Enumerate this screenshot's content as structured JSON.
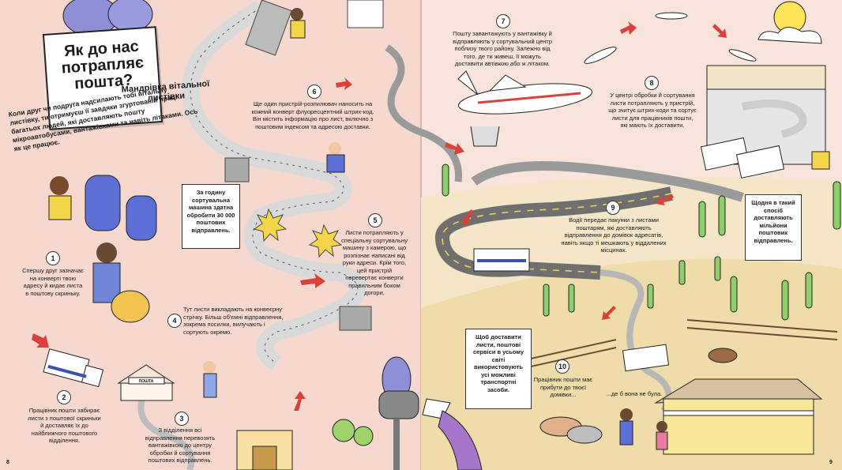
{
  "title": {
    "main": "Як до нас потрапляє пошта?",
    "subtitle": "Мандрівка вітальної листівки"
  },
  "intro": "Коли друг чи подруга надсилають тобі вітальну листівку, ти отримуєш її завдяки згуртованій праці багатьох людей, які доставляють пошту мікроавтобусами, вантажівками та навіть літаками. Ось як це працює.",
  "steps": [
    {
      "num": "1",
      "text": "Спершу друг зазначає на конверті твою адресу й кидає листа в поштову скриньку."
    },
    {
      "num": "2",
      "text": "Працівник пошти забирає листи з поштової скриньки й доставляє їх до найближчого поштового відділення."
    },
    {
      "num": "3",
      "text": "З відділення всі відправлення перевозять вантажівкою до центру обробки й сортування поштових відправлень."
    },
    {
      "num": "4",
      "text": "Тут листи викладають на конвеєрну стрічку. Більш об'ємні відправлення, зокрема посилки, вилучають і сортують окремо."
    },
    {
      "num": "5",
      "text": "Листи потрапляють у спеціальну сортувальну машину з камерою, що розпізнає написані від руки адреси. Крім того, цей пристрій перевертає конверти правильним боком догори."
    },
    {
      "num": "6",
      "text": "Ще один пристрій-розпилювач наносить на кожний конверт флуоресцентний штрих-код. Він містить інформацію про лист, включно з поштовим індексом та адресою доставки."
    },
    {
      "num": "7",
      "text": "Пошту завантажують у вантажівку й відправляють у сортувальний центр поблизу твого району. Залежно від того, де ти живеш, її можуть доставити автівкою або ж літаком."
    },
    {
      "num": "8",
      "text": "У центрі обробки й сортування листи потрапляють у пристрій, що зчитує штрих-коди та сортує листи для працівників пошти, які мають їх доставити."
    },
    {
      "num": "9",
      "text": "Водії передає пакунки з листами поштарям, які доставляють відправлення до домівок адресатів, навіть якщо ті мешкають у віддалених місцинах."
    },
    {
      "num": "10",
      "text": "Працівник пошти має прибути до твоєї домівки..."
    }
  ],
  "facts": {
    "sorting": "За годину сортувальна машина здатна обробити 30 000 поштових відправлень.",
    "daily": "Щодня в такий спосіб доставляють мільйони поштових відправлень.",
    "worldwide": "Щоб доставити листи, поштові сервіси в усьому світі використовують усі можливі транспортні засоби."
  },
  "post_office_sign": "ПОШТА",
  "bubble": "...де б вона не була.",
  "page_numbers": {
    "left": "8",
    "right": "9"
  },
  "colors": {
    "paper_pink": "#f6d8cf",
    "desert": "#ecd9a3",
    "road": "#9a9a9a",
    "arrow_red": "#d9413a",
    "mailbox_blue": "#5b6fd6",
    "truck_blue": "#3b52b0",
    "sun": "#ffe45a"
  }
}
